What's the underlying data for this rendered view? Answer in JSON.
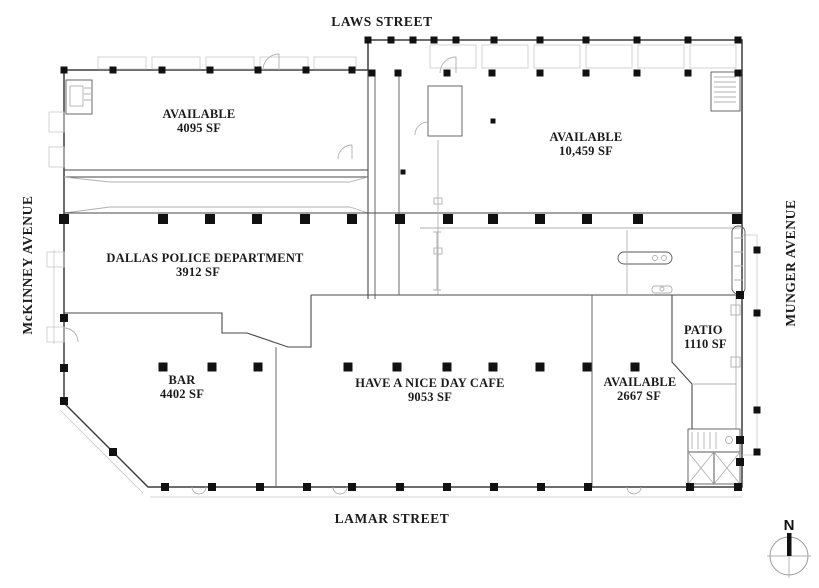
{
  "streets": {
    "north": "LAWS STREET",
    "south": "LAMAR STREET",
    "west": "McKINNEY AVENUE",
    "east": "MUNGER AVENUE"
  },
  "spaces": [
    {
      "name": "AVAILABLE",
      "area": "4095 SF"
    },
    {
      "name": "AVAILABLE",
      "area": "10,459 SF"
    },
    {
      "name": "DALLAS POLICE DEPARTMENT",
      "area": "3912 SF"
    },
    {
      "name": "BAR",
      "area": "4402 SF"
    },
    {
      "name": "HAVE A NICE DAY CAFE",
      "area": "9053 SF"
    },
    {
      "name": "AVAILABLE",
      "area": "2667 SF"
    },
    {
      "name": "PATIO",
      "area": "1110 SF"
    }
  ],
  "compass": {
    "label": "N"
  },
  "colors": {
    "background": "#ffffff",
    "ink": "#1b1b1b",
    "wall": "#3d3d3d",
    "column": "#111111",
    "faint": "#b0b0b0"
  }
}
